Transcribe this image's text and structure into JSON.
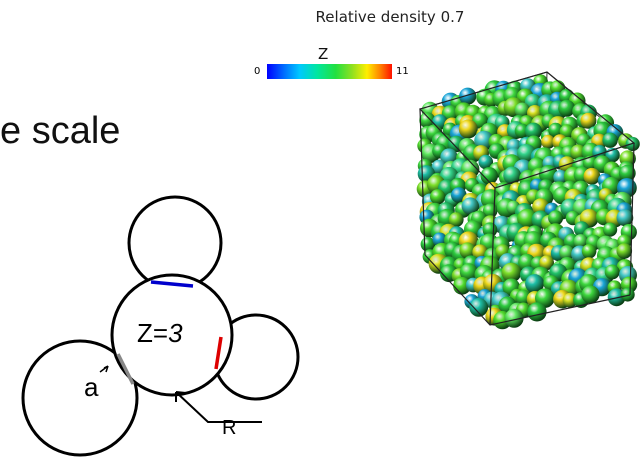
{
  "header": {
    "title": "Relative density 0.7"
  },
  "colorbar": {
    "label": "Z",
    "min": "0",
    "max": "11"
  },
  "left_text": "e scale",
  "diagram": {
    "center_label_prefix": "Z=",
    "center_label_value": "3",
    "contact_label": "a",
    "radius_label": "R",
    "contact_colors": {
      "top": "#0000cc",
      "right": "#dd0000",
      "left": "#888888"
    }
  },
  "render": {
    "sphere_palette": [
      "#3fd93f",
      "#2ecc40",
      "#52de2e",
      "#7ee02a",
      "#22c46a",
      "#1fbfa8",
      "#1aa5d8",
      "#d6e020",
      "#eed71a",
      "#5fe85f",
      "#34d48c",
      "#44c9c9"
    ]
  }
}
